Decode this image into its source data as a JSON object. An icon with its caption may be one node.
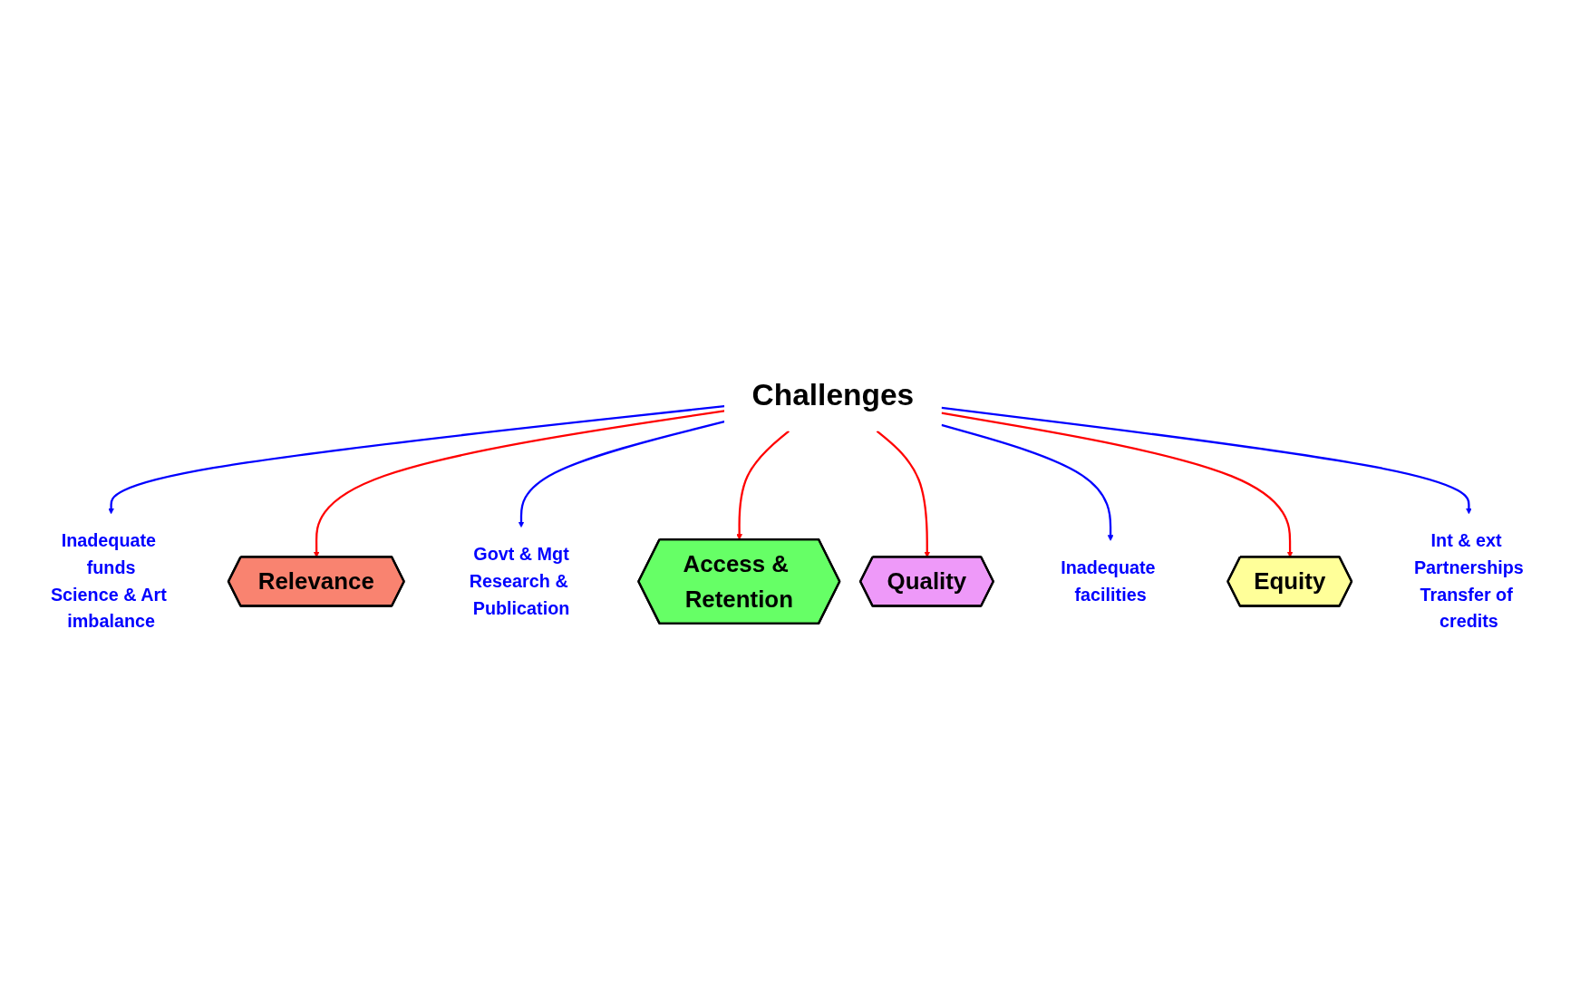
{
  "diagram": {
    "nodes": [
      {
        "text": [
          "Challenges"
        ]
      },
      {
        "text": [
          "Access & Retention"
        ]
      },
      {
        "text": [
          "Relevance"
        ]
      },
      {
        "text": [
          "Equity"
        ]
      },
      {
        "text": [
          "Quality"
        ]
      },
      {
        "text": [
          "Inadequate funds",
          "Science & Art imbalance"
        ]
      },
      {
        "text": [
          "Inadequate facilities"
        ]
      },
      {
        "text": [
          "Govt & Mgt",
          "Research & Publication"
        ]
      },
      {
        "text": [
          "Int & ext Partnerships",
          "Transfer of credits"
        ]
      }
    ],
    "edges": [
      {
        "from": 0,
        "to": 5,
        "arrow": "to",
        "color": "#0000ff"
      },
      {
        "from": 0,
        "to": 2,
        "arrow": "to",
        "color": "#ff0000"
      },
      {
        "from": 0,
        "to": 7,
        "arrow": "to",
        "color": "#0000ff"
      },
      {
        "from": 0,
        "to": 1,
        "arrow": "to",
        "color": "#ff0000"
      },
      {
        "from": 0,
        "to": 4,
        "arrow": "to",
        "color": "#ff0000"
      },
      {
        "from": 0,
        "to": 6,
        "arrow": "to",
        "color": "#0000ff"
      },
      {
        "from": 0,
        "to": 3,
        "arrow": "to",
        "color": "#ff0000"
      },
      {
        "from": 0,
        "to": 8,
        "arrow": "to",
        "color": "#0000ff"
      }
    ]
  }
}
